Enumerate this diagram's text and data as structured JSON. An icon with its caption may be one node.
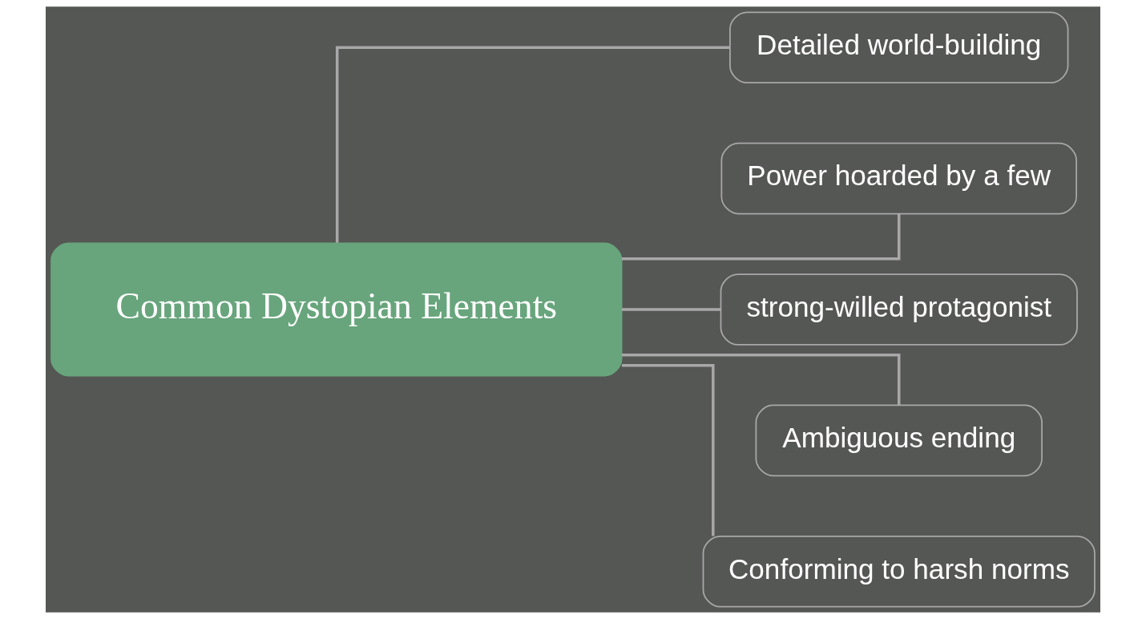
{
  "diagram": {
    "nodes": [
      {
        "text": [
          "Common Dystopian Elements"
        ]
      },
      {
        "text": [
          "Detailed world-building"
        ]
      },
      {
        "text": [
          "Power hoarded by a few"
        ]
      },
      {
        "text": [
          "strong-willed protagonist"
        ]
      },
      {
        "text": [
          "Ambiguous ending"
        ]
      },
      {
        "text": [
          "Conforming to harsh norms"
        ]
      }
    ],
    "edges": [
      {
        "from": 0,
        "to": 1,
        "arrow": "none"
      },
      {
        "from": 0,
        "to": 2,
        "arrow": "none"
      },
      {
        "from": 0,
        "to": 3,
        "arrow": "none"
      },
      {
        "from": 0,
        "to": 4,
        "arrow": "none"
      },
      {
        "from": 0,
        "to": 5,
        "arrow": "none"
      }
    ]
  }
}
